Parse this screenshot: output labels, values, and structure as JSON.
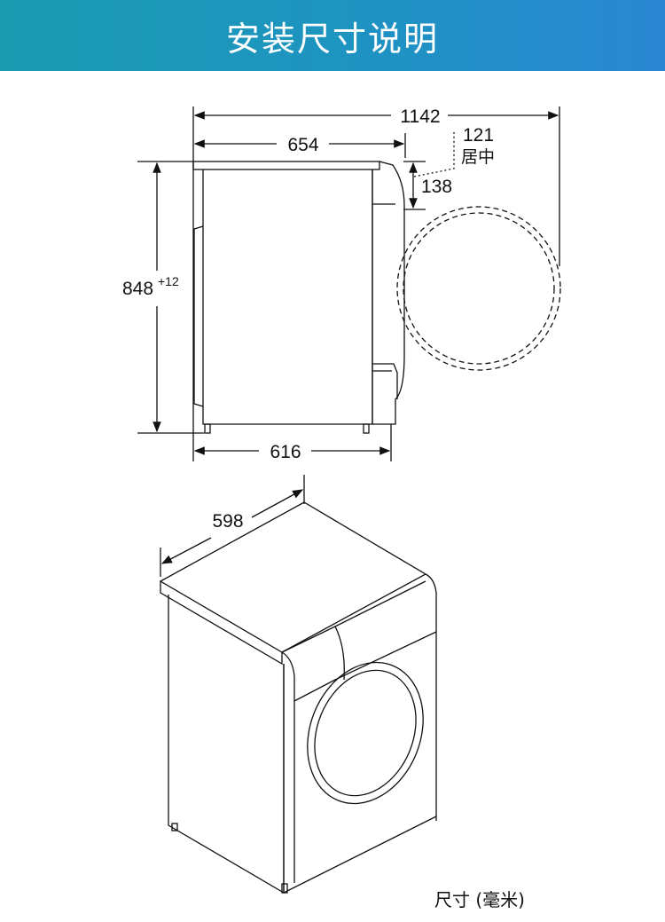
{
  "header": {
    "title": "安装尺寸说明",
    "background": "#1e93c2"
  },
  "side_view": {
    "total_depth_door_open": "1142",
    "top_depth": "654",
    "door_offset": "121",
    "door_offset_note": "居中",
    "door_center_height": "138",
    "height": "848",
    "height_tolerance": "+12",
    "body_depth": "616"
  },
  "iso_view": {
    "width": "598"
  },
  "footer": {
    "unit_note": "尺寸 (毫米)"
  }
}
